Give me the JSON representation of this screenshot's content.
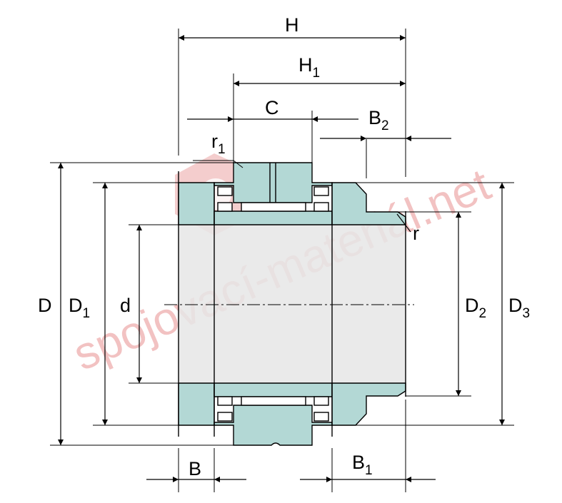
{
  "watermark": {
    "text": "spojovací-materiál.net",
    "color": "#f0b8b8"
  },
  "colors": {
    "part_fill": "#b3d8d5",
    "bore_fill": "#e6e6e6",
    "line": "#000000",
    "roller_fill": "#ffffff"
  },
  "labels": {
    "H": {
      "main": "H",
      "sub": ""
    },
    "H1": {
      "main": "H",
      "sub": "1"
    },
    "C": {
      "main": "C",
      "sub": ""
    },
    "B2": {
      "main": "B",
      "sub": "2"
    },
    "r1": {
      "main": "r",
      "sub": "1"
    },
    "r": {
      "main": "r",
      "sub": ""
    },
    "D": {
      "main": "D",
      "sub": ""
    },
    "D1": {
      "main": "D",
      "sub": "1"
    },
    "d": {
      "main": "d",
      "sub": ""
    },
    "D2": {
      "main": "D",
      "sub": "2"
    },
    "D3": {
      "main": "D",
      "sub": "3"
    },
    "B": {
      "main": "B",
      "sub": ""
    },
    "B1": {
      "main": "B",
      "sub": "1"
    }
  }
}
